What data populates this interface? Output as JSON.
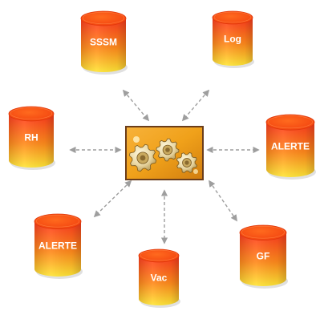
{
  "diagram": {
    "hub_icon": "gears-icon",
    "nodes": [
      {
        "id": "sssm",
        "label": "SSSM"
      },
      {
        "id": "log",
        "label": "Log"
      },
      {
        "id": "rh",
        "label": "RH"
      },
      {
        "id": "alerte-right",
        "label": "ALERTE"
      },
      {
        "id": "alerte-left",
        "label": "ALERTE"
      },
      {
        "id": "vac",
        "label": "Vac"
      },
      {
        "id": "gf",
        "label": "GF"
      }
    ],
    "colors": {
      "cylinder_top": "#ff3b1f",
      "cylinder_mid": "#ff7a1a",
      "cylinder_bottom": "#ffe030",
      "cylinder_cap": "#ff5a14",
      "connector": "#9e9e9e",
      "hub_frame": "#6b3d1a",
      "hub_bg": "#f5a623"
    }
  }
}
